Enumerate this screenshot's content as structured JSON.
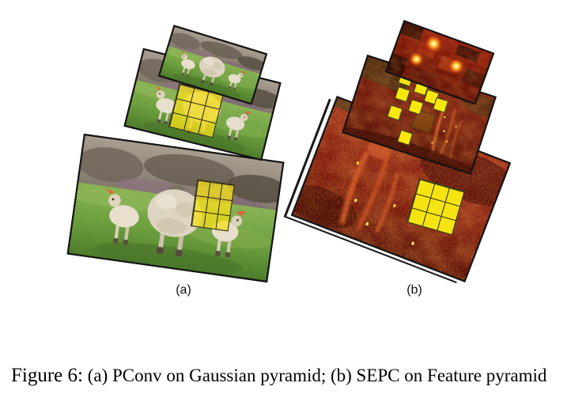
{
  "caption": {
    "label": "Figure 6:",
    "text": "(a) PConv on Gaussian pyramid; (b) SEPC on Feature pyramid"
  },
  "panels": {
    "a": {
      "label": "(a)",
      "content": "Gaussian pyramid of sheep photo with PConv 3x3 kernels"
    },
    "b": {
      "label": "(b)",
      "content": "Feature pyramid heatmaps with SEPC sampling points"
    }
  },
  "kernel": {
    "rows": 3,
    "cols": 3
  },
  "colors": {
    "kernel_yellow": "#f6e412",
    "heatmap_red": "#7a170d",
    "grass_green": "#6da03f",
    "caption_text": "#000000"
  }
}
